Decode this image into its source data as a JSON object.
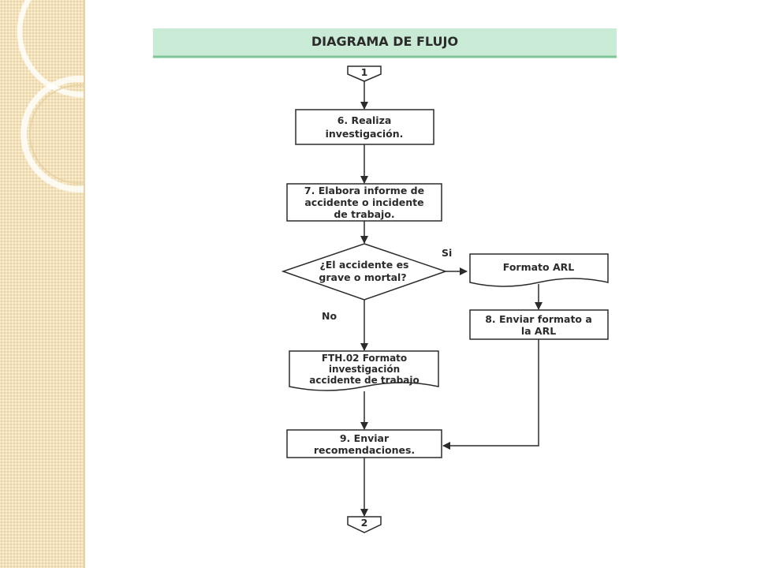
{
  "header": {
    "title": "DIAGRAMA DE FLUJO"
  },
  "diagram": {
    "start_connector": "1",
    "end_connector": "2",
    "step_6": [
      "6. Realiza",
      "investigación."
    ],
    "step_7": [
      "7. Elabora informe de",
      "accidente o incidente",
      "de trabajo."
    ],
    "decision": [
      "¿El accidente es",
      "grave o mortal?"
    ],
    "branch_yes": "Si",
    "branch_no": "No",
    "doc_arl": "Formato ARL",
    "step_8": [
      "8. Enviar formato a",
      "la ARL"
    ],
    "doc_fth": [
      "FTH.02 Formato",
      "investigación",
      "accidente de trabajo"
    ],
    "step_9": [
      "9. Enviar",
      "recomendaciones."
    ]
  },
  "colors": {
    "header_band": "#c9ead4",
    "header_line": "#7ec598",
    "stroke": "#2b2b2b",
    "side_strip": "#f4e3bd"
  }
}
